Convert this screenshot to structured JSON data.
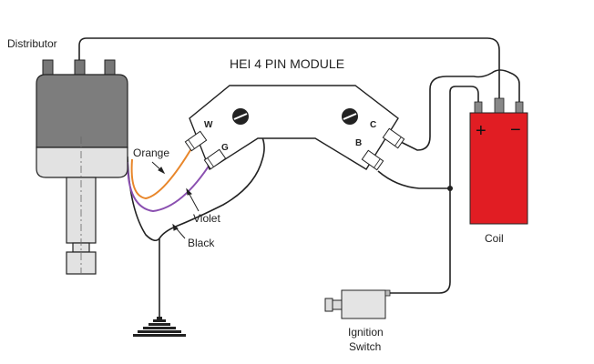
{
  "diagram": {
    "title": "HEI 4 PIN MODULE",
    "labels": {
      "distributor": "Distributor",
      "coil": "Coil",
      "ignition_line1": "Ignition",
      "ignition_line2": "Switch",
      "orange": "Orange",
      "violet": "Violet",
      "black": "Black"
    },
    "pins": {
      "w": "W",
      "g": "G",
      "b": "B",
      "c": "C"
    },
    "coil_terminals": {
      "plus": "+",
      "minus": "−"
    },
    "colors": {
      "orange_wire": "#e8862a",
      "violet_wire": "#8a4fb0",
      "coil": "#e11d23",
      "distributor_top": "#7d7d7d",
      "distributor_bottom": "#e2e2e2",
      "wire": "#222222"
    }
  }
}
